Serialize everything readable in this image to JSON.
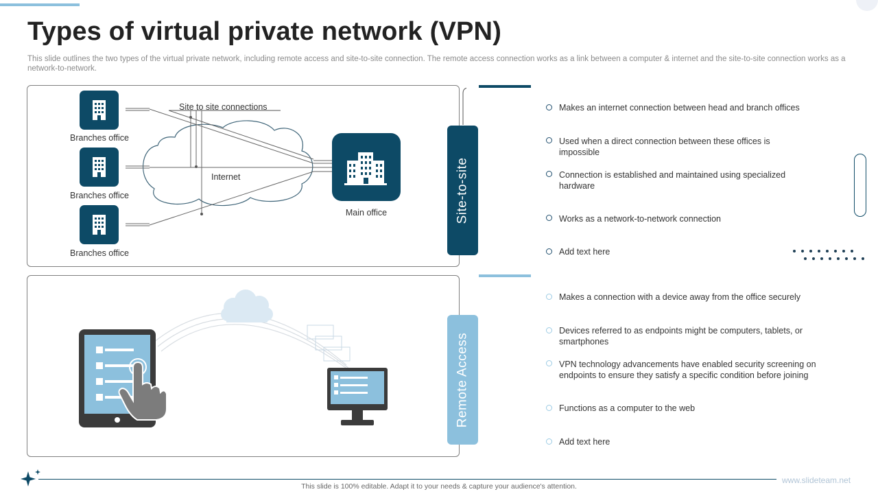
{
  "header": {
    "title": "Types of virtual private network (VPN)",
    "subtitle": "This slide outlines the two types of the virtual private network, including remote access and site-to-site connection. The remote access connection works as a link between a computer &  internet and the site-to-site connection works as a network-to-network."
  },
  "site_diagram": {
    "branch_caption": "Branches office",
    "connections_label": "Site to site connections",
    "internet_label": "Internet",
    "main_office_label": "Main office"
  },
  "sections": [
    {
      "tab_label": "Site-to-site",
      "points": [
        "Makes an internet connection between head and branch offices",
        "Used when a direct connection between these offices is impossible",
        "Connection is established and maintained using specialized hardware",
        "Works as a network-to-network  connection",
        "Add text here"
      ]
    },
    {
      "tab_label": "Remote Access",
      "points": [
        "Makes a connection with a device  away from the office securely",
        "Devices  referred  to as endpoints  might be computers, tablets, or smartphones",
        "VPN technology advancements  have  enabled security screening on endpoints to ensure they satisfy a specific condition before  joining",
        "Functions as a computer to the web",
        "Add text here"
      ]
    }
  ],
  "footer": {
    "note": "This slide is 100% editable.  Adapt it to your needs & capture your audience's attention.",
    "url": "www.slideteam.net"
  },
  "colors": {
    "primary": "#0d4a66",
    "accent": "#8cc0dd",
    "text": "#333333"
  },
  "icons": [
    "building-icon",
    "cloud-icon",
    "tablet-icon",
    "hand-pointer-icon",
    "monitor-icon",
    "sparkle-icon"
  ]
}
